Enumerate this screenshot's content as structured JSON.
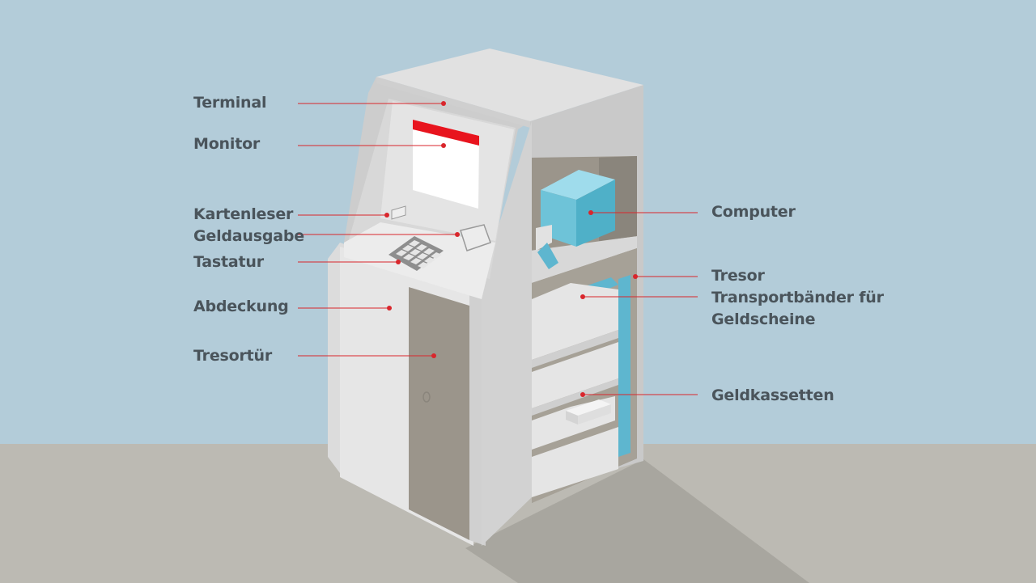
{
  "colors": {
    "sky": "#b3ccd9",
    "floor": "#bcbab3",
    "marker": "#d9262c",
    "screen_bar": "#e8141e",
    "computer": "#6ec3d8",
    "belt": "#5eb6cf",
    "text": "#4a545b"
  },
  "labels": {
    "terminal": "Terminal",
    "monitor": "Monitor",
    "kartenleser": "Kartenleser",
    "geldausgabe": "Geldausgabe",
    "tastatur": "Tastatur",
    "abdeckung": "Abdeckung",
    "tresortuer": "Tresortür",
    "computer": "Computer",
    "tresor": "Tresor",
    "transport_line1": "Transportbänder für",
    "transport_line2": "Geldscheine",
    "geldkassetten": "Geldkassetten"
  }
}
